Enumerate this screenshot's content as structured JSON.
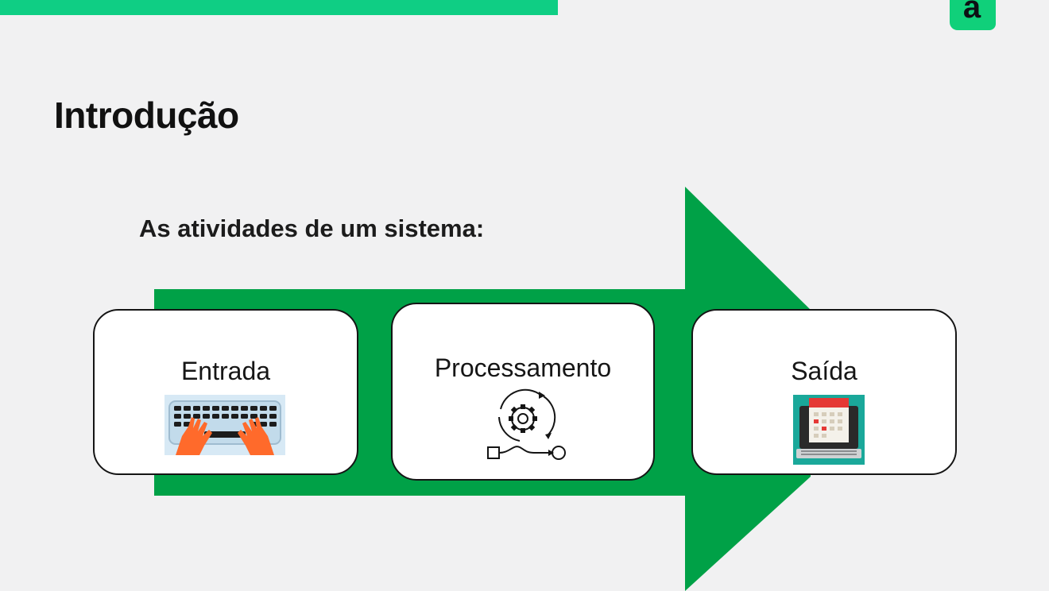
{
  "header": {
    "accent_color": "#0fce84",
    "logo_letter": "a",
    "logo_icon": "brand-logo-icon"
  },
  "slide": {
    "title": "Introdução",
    "subtitle": "As atividades de um sistema:",
    "arrow_color": "#00a147"
  },
  "activities": [
    {
      "label": "Entrada",
      "icon": "keyboard-typing-icon"
    },
    {
      "label": "Processamento",
      "icon": "gear-process-icon"
    },
    {
      "label": "Saída",
      "icon": "laptop-calendar-icon"
    }
  ]
}
